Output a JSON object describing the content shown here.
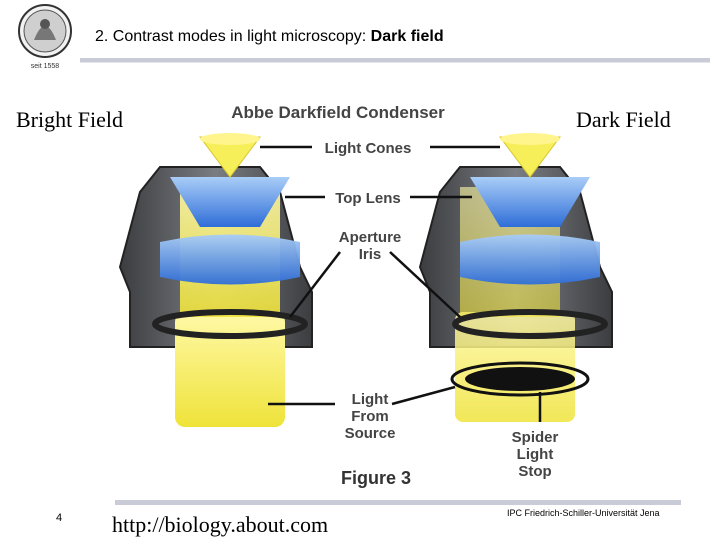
{
  "header": {
    "title_prefix": "2. Contrast modes in light microscopy: ",
    "title_bold": "Dark field",
    "seal_text": "seit 1558"
  },
  "labels": {
    "left": "Bright Field",
    "right": "Dark Field"
  },
  "figure": {
    "heading": "Abbe Darkfield Condenser",
    "caption": "Figure 3",
    "callouts": {
      "light_cones": "Light Cones",
      "top_lens": "Top Lens",
      "aperture_iris_1": "Aperture",
      "aperture_iris_2": "Iris",
      "light_from_source_1": "Light",
      "light_from_source_2": "From",
      "light_from_source_3": "Source",
      "spider_light_stop_1": "Spider",
      "spider_light_stop_2": "Light",
      "spider_light_stop_3": "Stop"
    }
  },
  "footer": {
    "page_number": "4",
    "url": "http://biology.about.com",
    "affiliation": "IPC Friedrich-Schiller-Universität Jena"
  },
  "colors": {
    "housing": "#55585c",
    "housing_dark": "#2f3133",
    "light_yellow": "#f4ee5a",
    "lens_blue": "#3f7fe0"
  }
}
